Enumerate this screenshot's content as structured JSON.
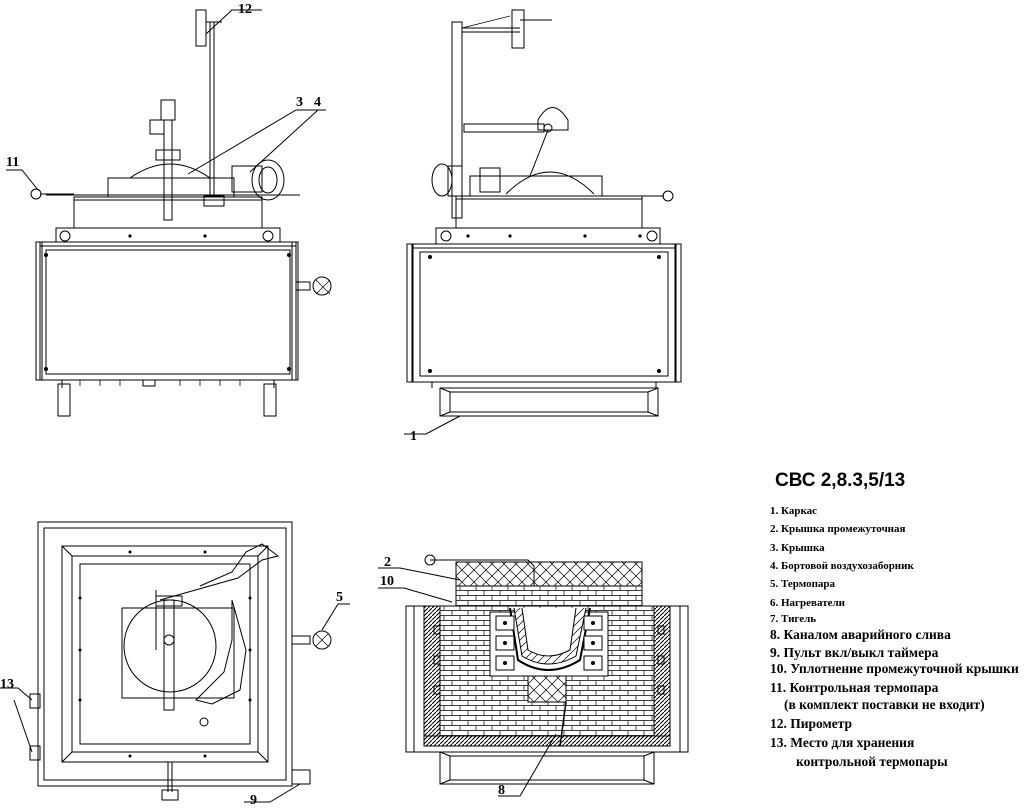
{
  "title": "СВС 2,8.3,5/13",
  "callouts": {
    "c1": "1",
    "c2": "2",
    "c3": "3",
    "c4": "4",
    "c5": "5",
    "c8": "8",
    "c9": "9",
    "c10": "10",
    "c11": "11",
    "c12": "12",
    "c13": "13"
  },
  "legend": [
    "1. Каркас",
    "2. Крышка промежуточная",
    "3. Крышка",
    "4. Бортовой воздухозаборник",
    "5. Термопара",
    "6. Нагреватели",
    "7. Тигель",
    "8. Каналом аварийного слива",
    "9. Пульт вкл/выкл таймера",
    "10. Уплотнение  промежуточной крышки",
    "11. Контрольная термопара",
    "(в комплект поставки не входит)",
    "12. Пирометр",
    "13. Место для хранения",
    "контрольной термопары"
  ]
}
